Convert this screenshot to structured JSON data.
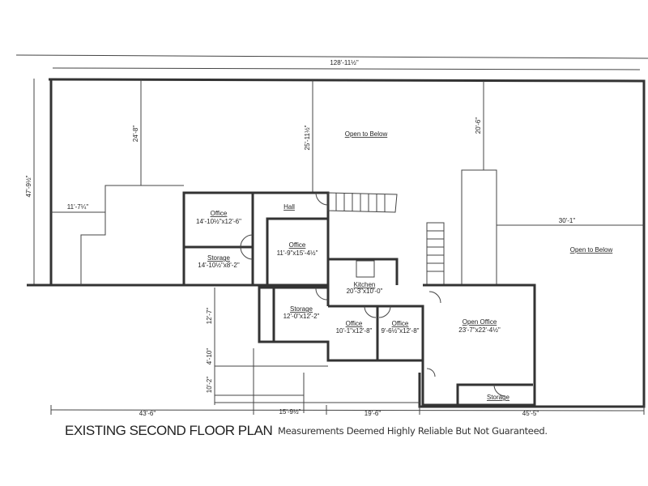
{
  "title": "EXISTING SECOND FLOOR PLAN",
  "disclaimer": "Measurements Deemed Highly Reliable But Not Guaranteed.",
  "rooms": {
    "office_1": {
      "name": "Office",
      "size": "14'-10½\"x12'-6\""
    },
    "storage_1": {
      "name": "Storage",
      "size": "14'-10½\"x8'-2\""
    },
    "hall": {
      "name": "Hall"
    },
    "office_2": {
      "name": "Office",
      "size": "11'-9\"x15'-4½\""
    },
    "kitchen": {
      "name": "Kitchen",
      "size": "20'-3\"x10'-0\""
    },
    "storage_2": {
      "name": "Storage",
      "size": "12'-0\"x12'-2\""
    },
    "office_3": {
      "name": "Office",
      "size": "10'-1\"x12'-8\""
    },
    "office_4": {
      "name": "Office",
      "size": "9'-6½\"x12'-8\""
    },
    "open_office": {
      "name": "Open Office",
      "size": "23'-7\"x22'-4½\""
    },
    "storage_3": {
      "name": "Storage"
    },
    "open_below_1": {
      "name": "Open to Below"
    },
    "open_below_2": {
      "name": "Open to Below"
    }
  },
  "dimensions": {
    "overall_width": "128'-11½\"",
    "overall_depth": "47'-9½\"",
    "d_24_8": "24'-8\"",
    "d_25_11": "25'-11½\"",
    "d_20_6": "20'-6\"",
    "d_11_7": "11'-7¼\"",
    "d_30_1": "30'-1\"",
    "d_12_7": "12'-7\"",
    "d_4_10": "4'-10\"",
    "d_10_2": "10'-2\"",
    "b_43_6": "43'-6\"",
    "b_15_9": "15'-9½\"",
    "b_19_6": "19'-6\"",
    "b_45_5": "45'-5\""
  }
}
